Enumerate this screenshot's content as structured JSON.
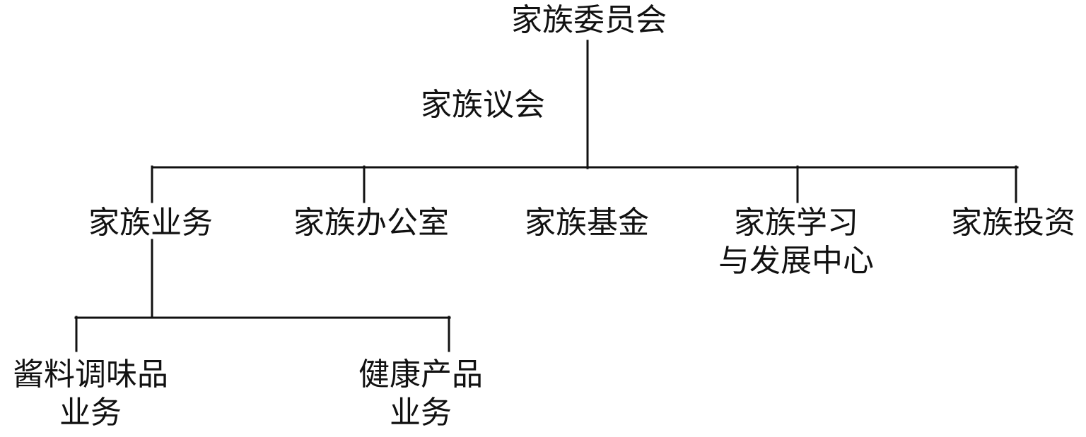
{
  "diagram": {
    "root": {
      "label": "家族委员会"
    },
    "annotation": {
      "label": "家族议会"
    },
    "branches": [
      {
        "id": "business",
        "lines": [
          "家族业务"
        ]
      },
      {
        "id": "office",
        "lines": [
          "家族办公室"
        ]
      },
      {
        "id": "foundation",
        "lines": [
          "家族基金"
        ]
      },
      {
        "id": "learning",
        "lines": [
          "家族学习",
          "与发展中心"
        ]
      },
      {
        "id": "investment",
        "lines": [
          "家族投资"
        ]
      }
    ],
    "sub_branches": [
      {
        "id": "condiment",
        "parent": "business",
        "lines": [
          "酱料调味品",
          "业务"
        ]
      },
      {
        "id": "health",
        "parent": "business",
        "lines": [
          "健康产品",
          "业务"
        ]
      }
    ],
    "colors": {
      "line": "#111111",
      "text": "#111111",
      "background": "#ffffff"
    }
  }
}
